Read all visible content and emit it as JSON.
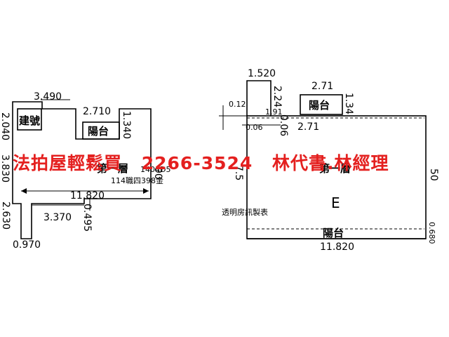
{
  "left_plan": {
    "dims": {
      "d3490": "3.490",
      "d2710": "2.710",
      "d1340": "1.340",
      "d2040": "2.040",
      "d3830": "3.830",
      "d11820": "11.820",
      "d3370": "3.370",
      "d0495": "0.495",
      "d2630": "2.630",
      "d0970": "0.970",
      "d90": "90",
      "d1": "第",
      "d1_suffix": "層"
    },
    "labels": {
      "building": "建號",
      "balcony": "陽台",
      "floor": "第一層",
      "area_ref": "1404D5",
      "stamp": "114職四398金"
    }
  },
  "right_plan": {
    "dims": {
      "d1520": "1.520",
      "d2_71_top": "2.71",
      "d2_24": "2.24",
      "d1_34": "1.34",
      "d0_12": "0.12",
      "d0_06a": "0.06",
      "d1_91": "1.91",
      "d0_06b": "0.06",
      "d2_71": "2.71",
      "d7_5": "7.5",
      "d50": "50",
      "d0680": "0.680",
      "d11820": "11.820"
    },
    "labels": {
      "balcony_top": "陽台",
      "floor": "第一層",
      "zone": "E",
      "table_title": "透明房訊製表",
      "balcony_bottom": "陽台"
    }
  },
  "watermark": {
    "text1": "法拍屋輕鬆買",
    "phone": "2266-3524",
    "text2": "林代書.林經理"
  }
}
